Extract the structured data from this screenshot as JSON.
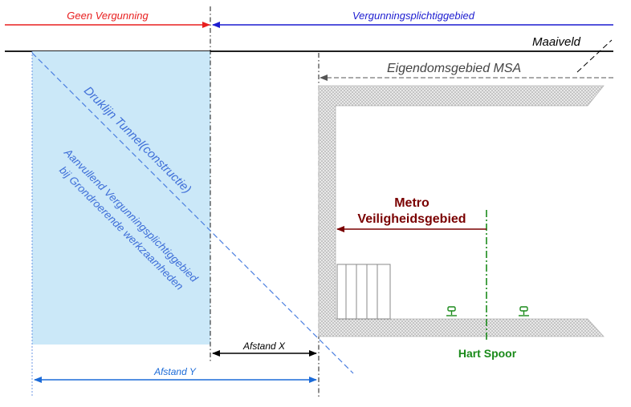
{
  "labels": {
    "geen_vergunning": "Geen Vergunning",
    "vergunningsplichtig": "Vergunningsplichtiggebied",
    "maaiveld": "Maaiveld",
    "eigendomsgebied": "Eigendomsgebied MSA",
    "druklijn": "Druklijn Tunnel(constructie)",
    "aanvullend_line1": "Aanvullend Vergunningsplichtiggebied",
    "aanvullend_line2": "bij Grondroerende werkzaamheden",
    "metro_line1": "Metro",
    "metro_line2": "Veiligheidsgebied",
    "afstand_x": "Afstand X",
    "afstand_y": "Afstand Y",
    "hart_spoor": "Hart Spoor"
  },
  "colors": {
    "red": "#e81e1e",
    "blue": "#1c1cd0",
    "light_blue": "#cbe8f8",
    "dashed_blue": "#4a7ee0",
    "maroon": "#7a0000",
    "green": "#1a8a1a",
    "hatch": "#c8c8c8"
  }
}
